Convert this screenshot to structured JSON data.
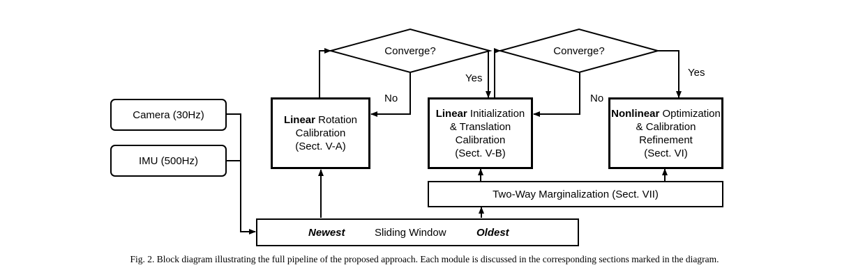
{
  "diagram": {
    "camera": "Camera (30Hz)",
    "imu": "IMU (500Hz)",
    "rotation": {
      "bold": "Linear",
      "rest": " Rotation",
      "line2": "Calibration",
      "line3": "(Sect. V-A)"
    },
    "init": {
      "bold": "Linear",
      "rest": " Initialization",
      "line2": "& Translation",
      "line3": "Calibration",
      "line4": "(Sect. V-B)"
    },
    "nonlinear": {
      "bold": "Nonlinear",
      "rest": " Optimization",
      "line2": "& Calibration",
      "line3": "Refinement",
      "line4": "(Sect. VI)"
    },
    "marginalization": "Two-Way Marginalization (Sect. VII)",
    "window": {
      "newest": "Newest",
      "label": "Sliding Window",
      "oldest": "Oldest"
    },
    "decision1": "Converge?",
    "decision2": "Converge?",
    "yes1": "Yes",
    "no1": "No",
    "yes2": "Yes",
    "no2": "No"
  },
  "caption": "Fig. 2.   Block diagram illustrating the full pipeline of the proposed approach. Each module is discussed in the corresponding sections marked in the diagram."
}
